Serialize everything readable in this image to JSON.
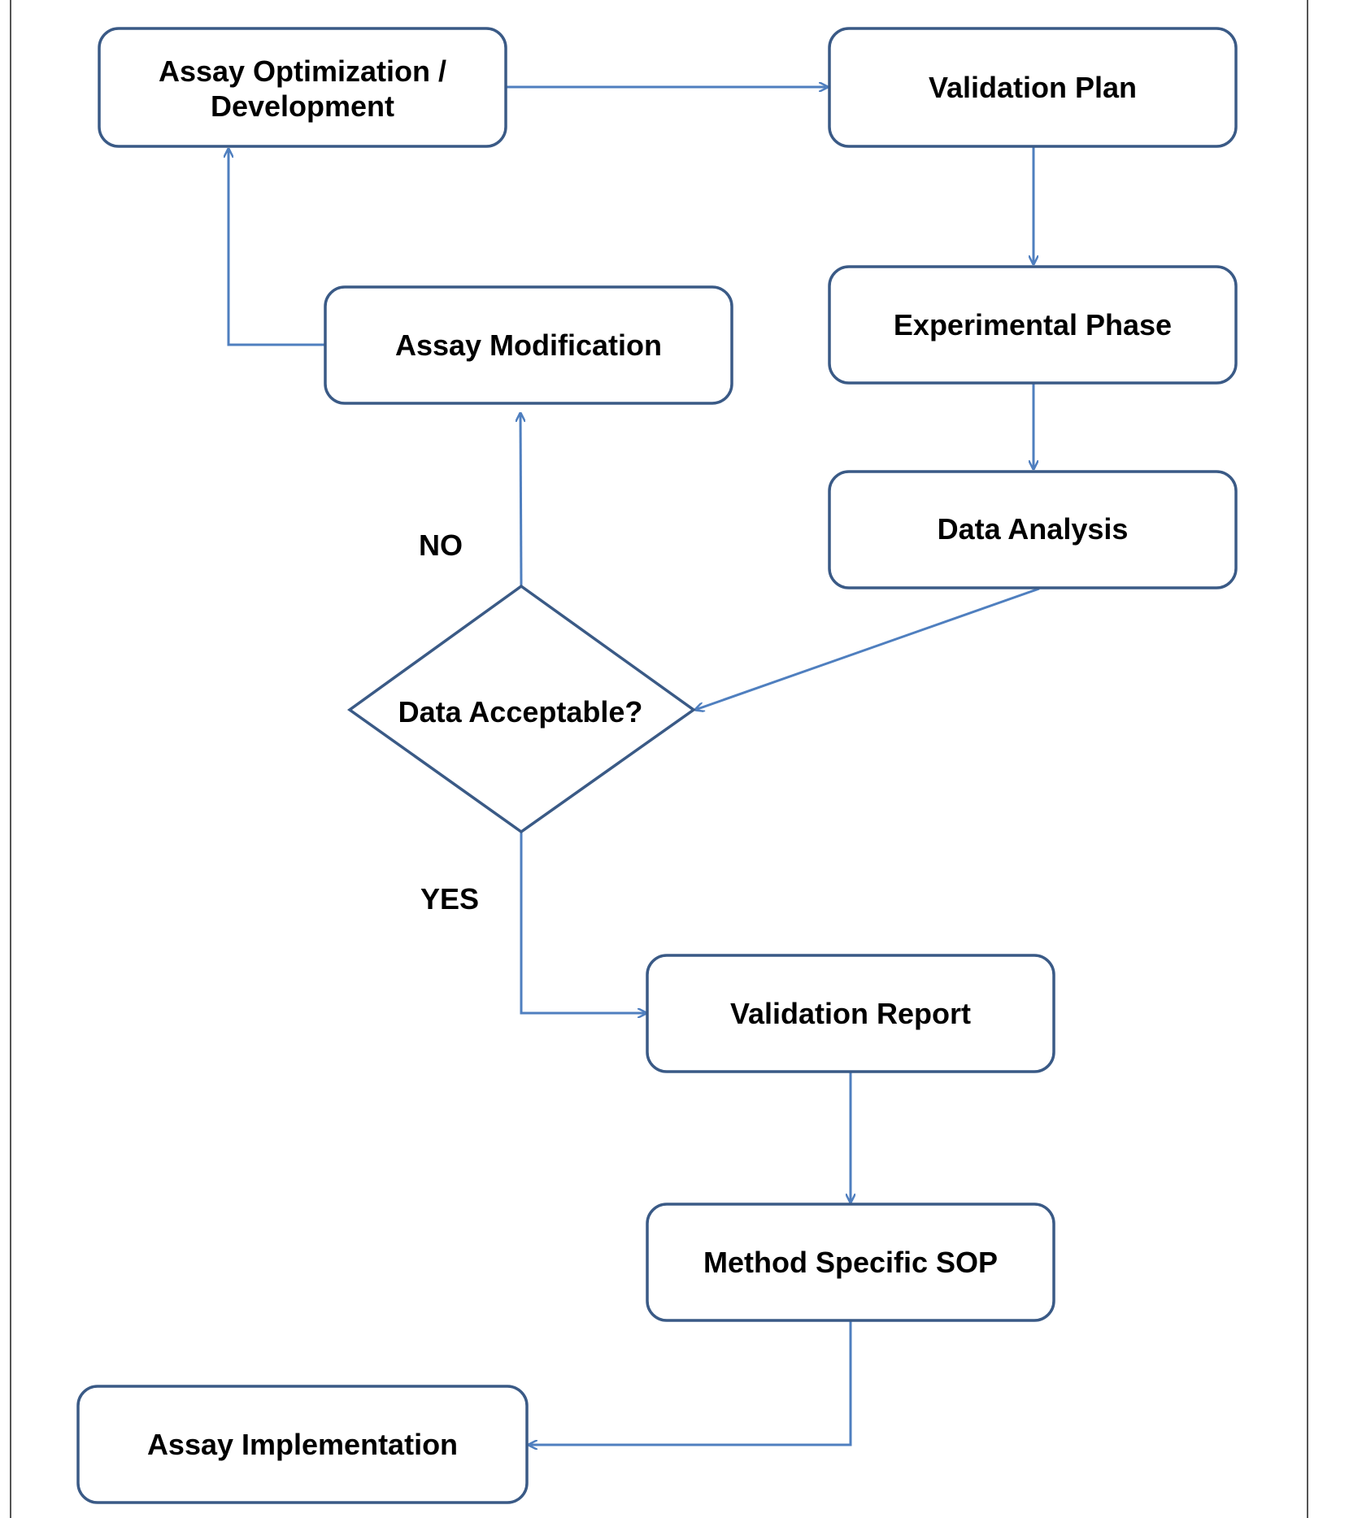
{
  "diagram": {
    "nodes": {
      "assay_optimization": {
        "line1": "Assay Optimization /",
        "line2": "Development"
      },
      "validation_plan": {
        "label": "Validation Plan"
      },
      "experimental_phase": {
        "label": "Experimental Phase"
      },
      "data_analysis": {
        "label": "Data Analysis"
      },
      "assay_modification": {
        "label": "Assay Modification"
      },
      "data_acceptable": {
        "label": "Data Acceptable?"
      },
      "validation_report": {
        "label": "Validation Report"
      },
      "method_specific_sop": {
        "label": "Method Specific SOP"
      },
      "assay_implementation": {
        "label": "Assay Implementation"
      }
    },
    "edge_labels": {
      "no": "NO",
      "yes": "YES"
    },
    "colors": {
      "box_border": "#3a5a86",
      "connector": "#4f7fbf",
      "frame": "#555555",
      "text": "#000000"
    }
  }
}
